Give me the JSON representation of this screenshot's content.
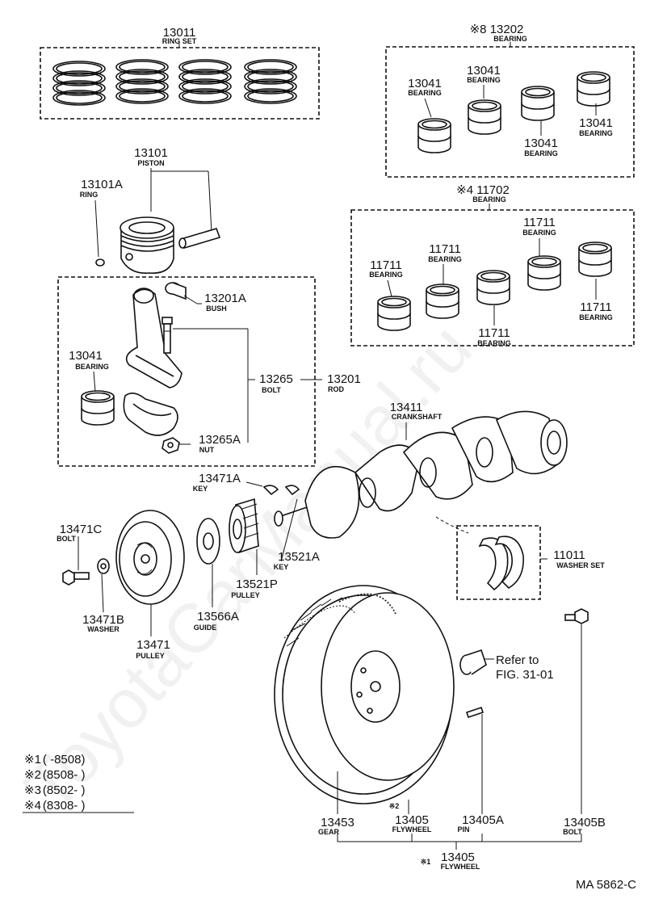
{
  "watermark": "ToyotaCarManual.ru",
  "parts": {
    "ring_set": {
      "num": "13011",
      "name": "RING SET"
    },
    "bearing_13202": {
      "mark": "※8",
      "num": "13202",
      "name": "BEARING"
    },
    "bearing_13041_a": {
      "num": "13041",
      "name": "BEARING"
    },
    "bearing_13041_b": {
      "num": "13041",
      "name": "BEARING"
    },
    "bearing_13041_c": {
      "num": "13041",
      "name": "BEARING"
    },
    "bearing_13041_d": {
      "num": "13041",
      "name": "BEARING"
    },
    "piston": {
      "num": "13101",
      "name": "PISTON"
    },
    "ring_13101a": {
      "num": "13101A",
      "name": "RING"
    },
    "bearing_11702": {
      "mark": "※4",
      "num": "11702",
      "name": "BEARING"
    },
    "bearing_11711_a": {
      "num": "11711",
      "name": "BEARING"
    },
    "bearing_11711_b": {
      "num": "11711",
      "name": "BEARING"
    },
    "bearing_11711_c": {
      "num": "11711",
      "name": "BEARING"
    },
    "bearing_11711_d": {
      "num": "11711",
      "name": "BEARING"
    },
    "bearing_11711_e": {
      "num": "11711",
      "name": "BEARING"
    },
    "bush": {
      "num": "13201A",
      "name": "BUSH"
    },
    "rod_bearing": {
      "num": "13041",
      "name": "BEARING"
    },
    "rod_bolt": {
      "num": "13265",
      "name": "BOLT"
    },
    "rod": {
      "num": "13201",
      "name": "ROD"
    },
    "nut": {
      "num": "13265A",
      "name": "NUT"
    },
    "crankshaft": {
      "num": "13411",
      "name": "CRANKSHAFT"
    },
    "key_13471a": {
      "num": "13471A",
      "name": "KEY"
    },
    "bolt_13471c": {
      "num": "13471C",
      "name": "BOLT"
    },
    "key_13521a": {
      "num": "13521A",
      "name": "KEY"
    },
    "washer_set": {
      "num": "11011",
      "name": "WASHER SET"
    },
    "pulley_13521p": {
      "num": "13521P",
      "name": "PULLEY"
    },
    "washer_13471b": {
      "num": "13471B",
      "name": "WASHER"
    },
    "guide": {
      "num": "13566A",
      "name": "GUIDE"
    },
    "pulley_13471": {
      "num": "13471",
      "name": "PULLEY"
    },
    "gear": {
      "num": "13453",
      "name": "GEAR"
    },
    "flywheel_2": {
      "mark": "※2",
      "num": "13405",
      "name": "FLYWHEEL"
    },
    "pin": {
      "num": "13405A",
      "name": "PIN"
    },
    "bolt_13405b": {
      "num": "13405B",
      "name": "BOLT"
    },
    "flywheel_1": {
      "mark": "※1",
      "num": "13405",
      "name": "FLYWHEEL"
    }
  },
  "refer": {
    "line1": "Refer to",
    "line2": "FIG. 31-01"
  },
  "legend": [
    {
      "mark": "※1",
      "range": "(      -8508)"
    },
    {
      "mark": "※2",
      "range": "(8508-       )"
    },
    {
      "mark": "※3",
      "range": "(8502-       )"
    },
    {
      "mark": "※4",
      "range": "(8308-       )"
    }
  ],
  "figure_code": "MA 5862-C"
}
